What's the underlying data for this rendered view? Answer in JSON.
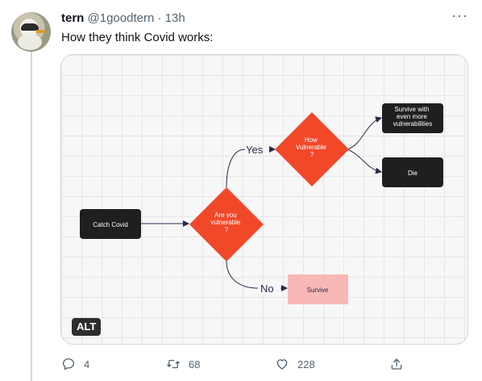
{
  "tweet": {
    "author_name": "tern",
    "author_handle": "@1goodtern",
    "separator": "·",
    "time": "13h",
    "more_icon": "more-horizontal-icon",
    "text": "How they think Covid works:"
  },
  "flowchart": {
    "nodes": {
      "catch": [
        "Catch Covid"
      ],
      "decision1": [
        "Are you",
        "vulnerable",
        "?"
      ],
      "decision2": [
        "How",
        "Vulnerable",
        "?"
      ],
      "survive_more": [
        "Survive with",
        "even more",
        "vulnerabilities"
      ],
      "die": [
        "Die"
      ],
      "survive": [
        "Survive"
      ]
    },
    "edges": {
      "yes": "Yes",
      "no": "No"
    },
    "colors": {
      "dark_box": "#1f1f1f",
      "decision": "#f2482a",
      "survive_box": "#f8b8b5",
      "arrow": "#2b2b4a"
    }
  },
  "alt_badge": "ALT",
  "actions": {
    "replies": "4",
    "retweets": "68",
    "likes": "228"
  }
}
